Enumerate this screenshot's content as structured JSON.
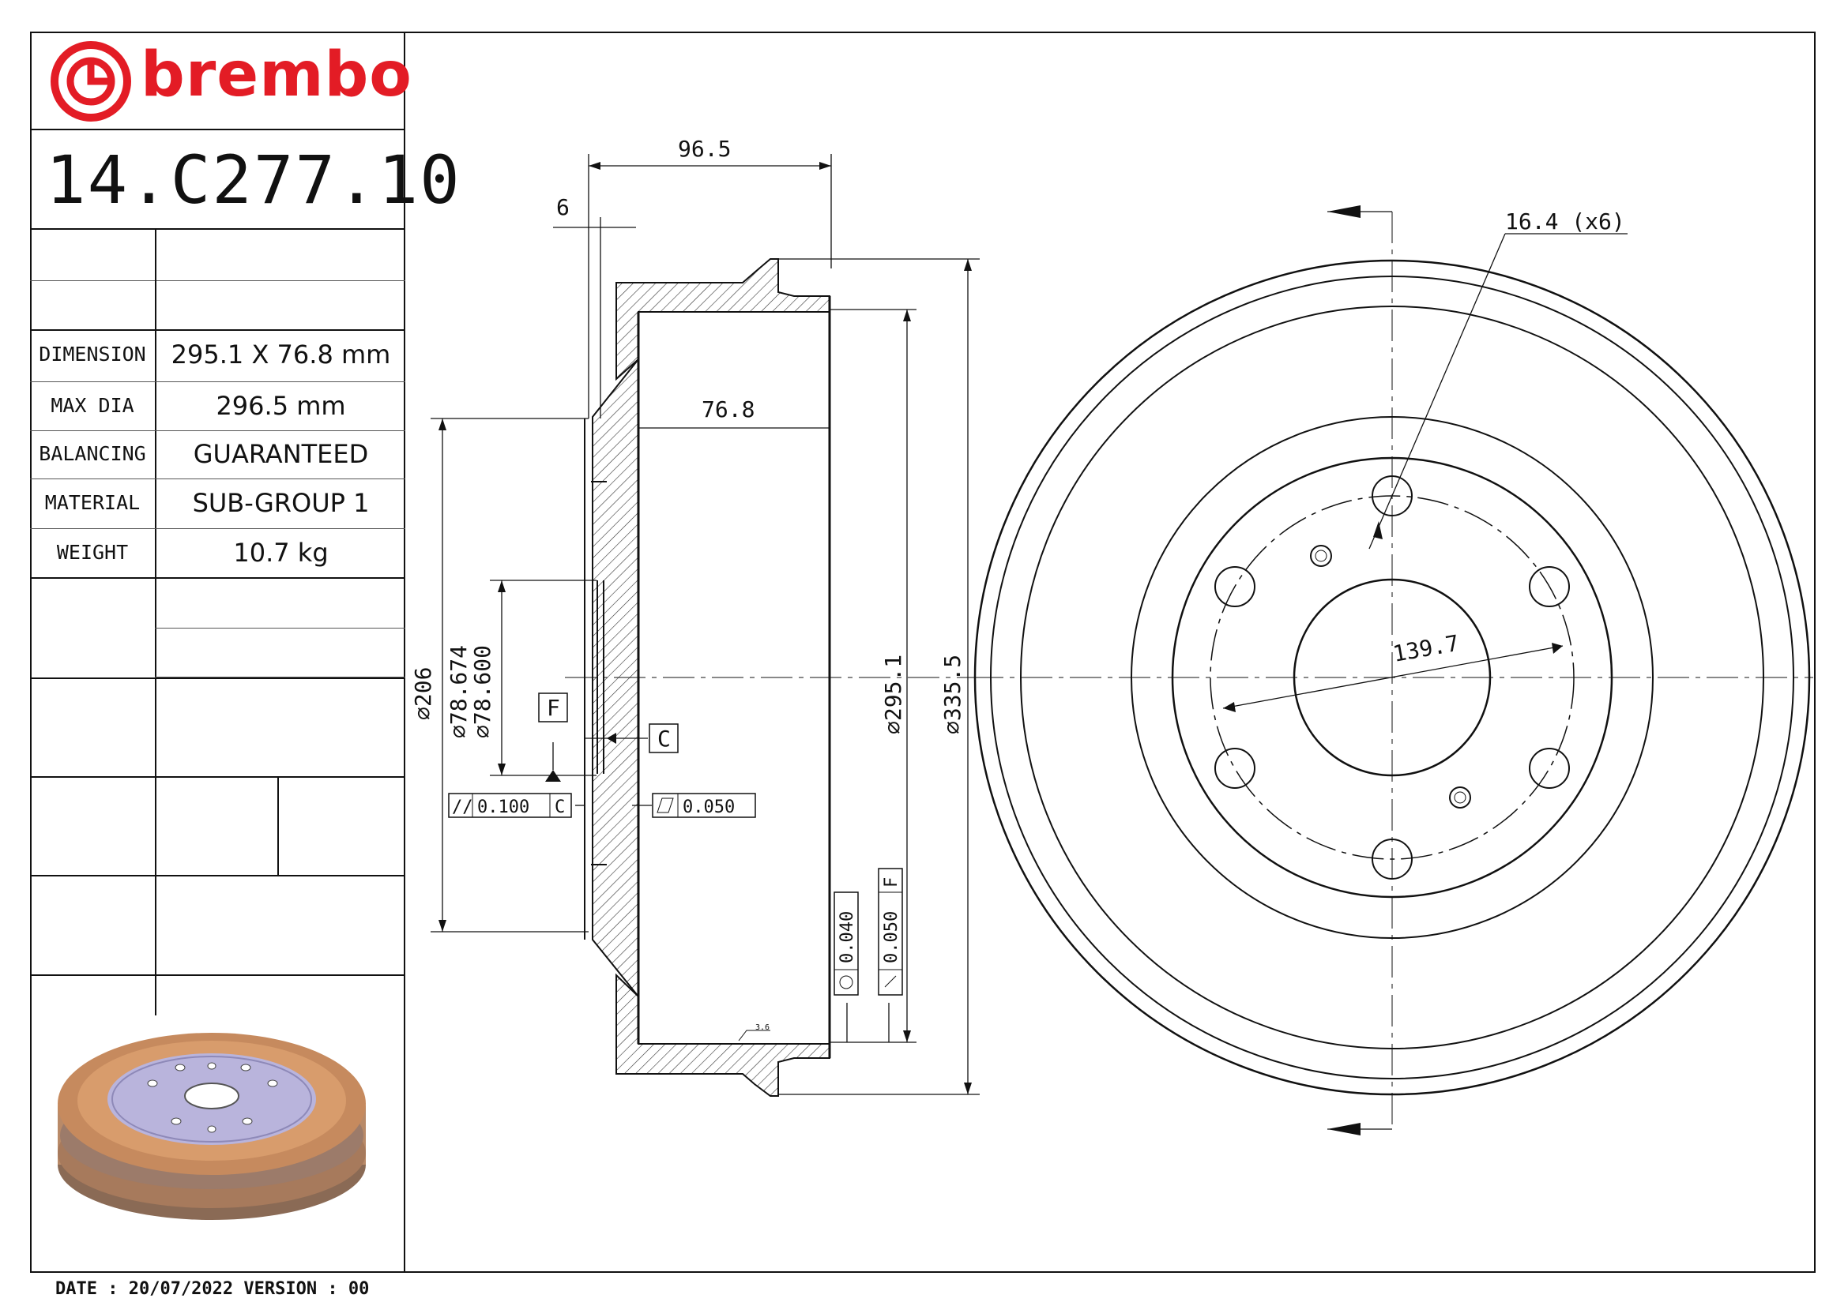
{
  "brand": {
    "name": "brembo",
    "color": "#e31c25"
  },
  "part_number": "14.C277.10",
  "specs": [
    {
      "label": "DIMENSION",
      "value": "295.1 X 76.8 mm"
    },
    {
      "label": "MAX DIA",
      "value": "296.5 mm"
    },
    {
      "label": "BALANCING",
      "value": "GUARANTEED"
    },
    {
      "label": "MATERIAL",
      "value": "SUB-GROUP 1"
    },
    {
      "label": "WEIGHT",
      "value": "10.7 kg"
    }
  ],
  "footer": {
    "date_text": "DATE : 20/07/2022 VERSION : 00"
  },
  "dimensions": {
    "overall_width": "96.5",
    "flange_thickness": "6",
    "inner_width": "76.8",
    "inner_dia": "∅295.1",
    "outer_dia": "∅335.5",
    "hub_dia": "∅206",
    "center_bore_max": "∅78.674",
    "center_bore_min": "∅78.600",
    "bolt_hole": "16.4 (x6)",
    "pcd": "139.7",
    "datum_f": "F",
    "datum_c": "C",
    "tol_parallel": "0.100",
    "tol_parallel_ref": "C",
    "tol_flatness": "0.050",
    "tol_round": "0.040",
    "tol_runout": "0.050",
    "tol_runout_ref": "F",
    "roughness": "3.6"
  },
  "icons": {
    "logo": "brembo-logo-icon",
    "thumbnail": "brake-drum-3d-icon"
  },
  "colors": {
    "drum_copper": "#c68a5e",
    "hub_lilac": "#b9b4dc",
    "line": "#111111"
  }
}
